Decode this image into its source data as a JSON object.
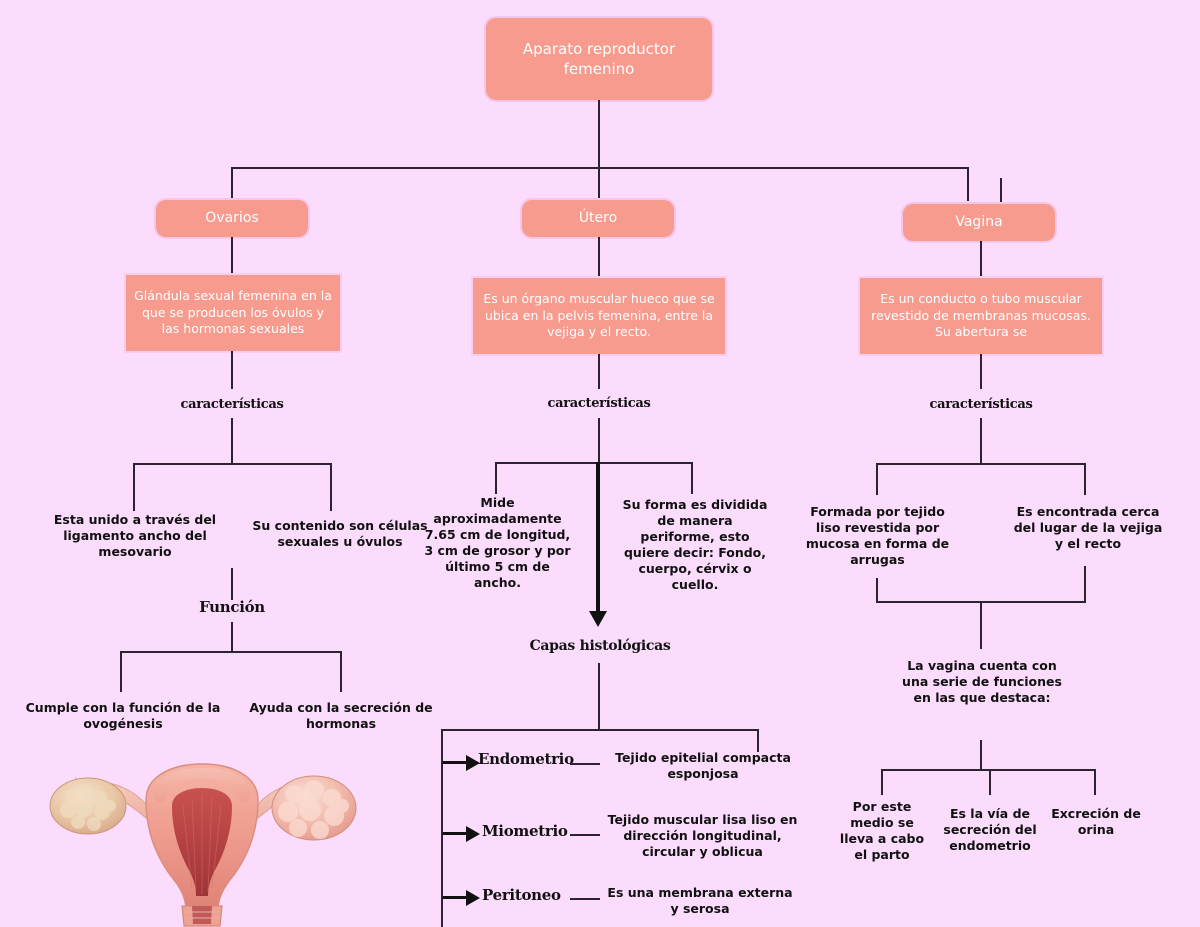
{
  "diagram": {
    "title": "Aparato reproductor femenino",
    "colors": {
      "background": "#fcdcfc",
      "node_fill": "#f69b8e",
      "node_text": "#ffffff",
      "line": "#2b2330",
      "label_text": "#111111"
    },
    "root": "Aparato reproductor femenino",
    "branches": [
      {
        "id": "ovarios",
        "title": "Ovarios",
        "definition": "Glándula sexual femenina en la que se producen los óvulos y las hormonas sexuales",
        "link_label": "características",
        "features": [
          "Esta unido a través del ligamento ancho del mesovario",
          "Su contenido son células sexuales u óvulos"
        ],
        "sub_label": "Función",
        "sub_items": [
          "Cumple con la función de la ovogénesis",
          "Ayuda con la secreción de hormonas"
        ]
      },
      {
        "id": "utero",
        "title": "Útero",
        "definition": "Es un órgano muscular hueco que se ubica en la pelvis femenina, entre la vejiga y el recto.",
        "link_label": "características",
        "features": [
          "Mide aproximadamente 7.65 cm de longitud, 3 cm de grosor y por último 5 cm de ancho.",
          "Su forma es dividida de manera periforme, esto quiere decir: Fondo, cuerpo, cérvix o cuello."
        ],
        "sub_label": "Capas histológicas",
        "layers": [
          {
            "name": "Endometrio",
            "description": "Tejido epitelial compacta esponjosa"
          },
          {
            "name": "Miometrio",
            "description": "Tejido muscular lisa liso en dirección longitudinal, circular y oblicua"
          },
          {
            "name": "Peritoneo",
            "description": "Es una membrana externa y serosa"
          }
        ]
      },
      {
        "id": "vagina",
        "title": "Vagina",
        "definition": "Es un conducto o tubo muscular revestido de membranas mucosas. Su abertura se",
        "link_label": "características",
        "features": [
          "Formada por tejido liso revestida por mucosa en forma de arrugas",
          "Es encontrada cerca del lugar de la vejiga y el recto"
        ],
        "sub_label": "La vagina cuenta con una serie de funciones en las que destaca:",
        "sub_items": [
          "Por este medio se lleva a cabo el parto",
          "Es la vía de secreción del endometrio",
          "Excreción de orina"
        ]
      }
    ],
    "illustration": {
      "name": "uterus-ovaries-anatomy-illustration",
      "caption": ""
    }
  }
}
